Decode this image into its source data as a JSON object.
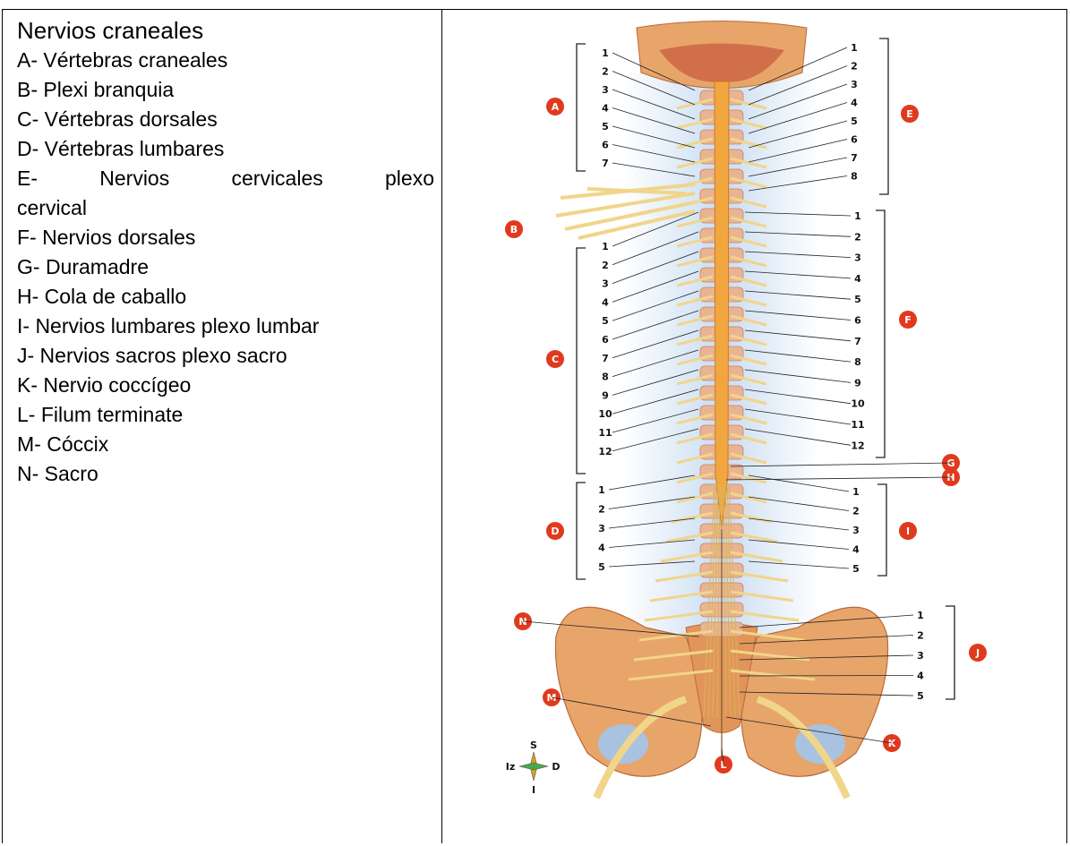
{
  "legend": {
    "title": "Nervios craneales",
    "items": [
      "A- Vértebras craneales",
      "B- Plexi branquia",
      "C- Vértebras dorsales",
      "D- Vértebras lumbares",
      "E- Nervios cervicales plexo",
      "cervical",
      "F- Nervios dorsales",
      "G- Duramadre",
      "H- Cola de caballo",
      "I- Nervios lumbares plexo lumbar",
      "J- Nervios sacros plexo sacro",
      "K- Nervio coccígeo",
      "L- Filum terminate",
      "M- Cóccix",
      "N- Sacro"
    ]
  },
  "diagram": {
    "badges": [
      "A",
      "B",
      "C",
      "D",
      "E",
      "F",
      "G",
      "H",
      "I",
      "J",
      "K",
      "L",
      "M",
      "N"
    ],
    "left_cervical_numbers": [
      "1",
      "2",
      "3",
      "4",
      "5",
      "6",
      "7"
    ],
    "right_cervical_numbers": [
      "1",
      "2",
      "3",
      "4",
      "5",
      "6",
      "7",
      "8"
    ],
    "left_dorsal_numbers": [
      "1",
      "2",
      "3",
      "4",
      "5",
      "6",
      "7",
      "8",
      "9",
      "10",
      "11",
      "12"
    ],
    "right_dorsal_numbers": [
      "1",
      "2",
      "3",
      "4",
      "5",
      "6",
      "7",
      "8",
      "9",
      "10",
      "11",
      "12"
    ],
    "left_lumbar_numbers": [
      "1",
      "2",
      "3",
      "4",
      "5"
    ],
    "right_lumbar_numbers": [
      "1",
      "2",
      "3",
      "4",
      "5"
    ],
    "sacral_numbers": [
      "1",
      "2",
      "3",
      "4",
      "5"
    ],
    "compass": {
      "top": "S",
      "bottom": "I",
      "left": "Iz",
      "right": "D"
    },
    "colors": {
      "badge": "#e03a1e",
      "bone": "#e8a56a",
      "nerve": "#f0d58a",
      "cord": "#f2a640",
      "shadow": "#bcd4ee"
    }
  }
}
